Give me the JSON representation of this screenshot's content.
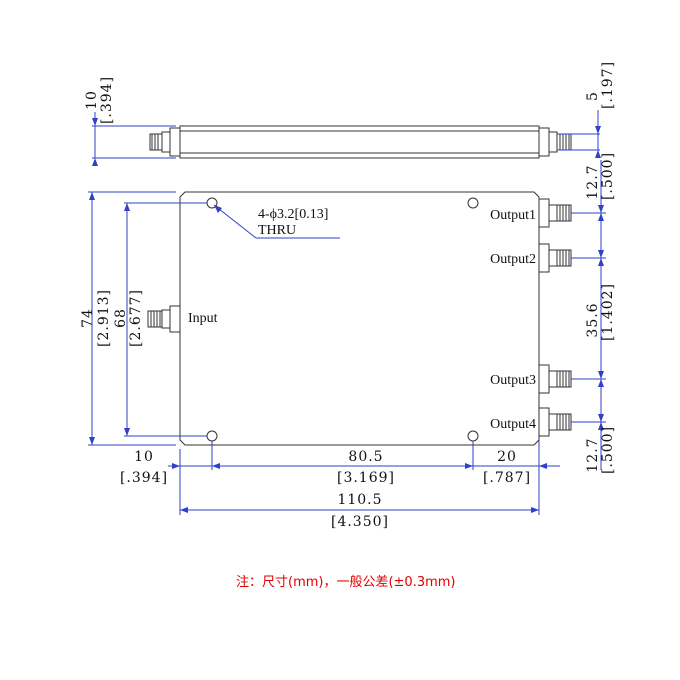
{
  "side_view": {
    "height_mm": "10",
    "height_in": "[.394]",
    "conn_mm": "5",
    "conn_in": "[.197]"
  },
  "hole_note": {
    "line1": "4-ϕ3.2[0.13]",
    "line2": "THRU"
  },
  "ports": {
    "input": "Input",
    "output1": "Output1",
    "output2": "Output2",
    "output3": "Output3",
    "output4": "Output4"
  },
  "dims": {
    "total_h_mm": "74",
    "total_h_in": "[2.913]",
    "hole_h_mm": "68",
    "hole_h_in": "[2.677]",
    "top_pitch_mm": "12.7",
    "top_pitch_in": "[.500]",
    "mid_pitch_mm": "35.6",
    "mid_pitch_in": "[1.402]",
    "bot_pitch_mm": "12.7",
    "bot_pitch_in": "[.500]",
    "left_off_mm": "10",
    "left_off_in": "[.394]",
    "hole_w_mm": "80.5",
    "hole_w_in": "[3.169]",
    "right_off_mm": "20",
    "right_off_in": "[.787]",
    "total_w_mm": "110.5",
    "total_w_in": "[4.350]"
  },
  "footnote": "注：尺寸(mm)，一般公差(±0.3mm)"
}
